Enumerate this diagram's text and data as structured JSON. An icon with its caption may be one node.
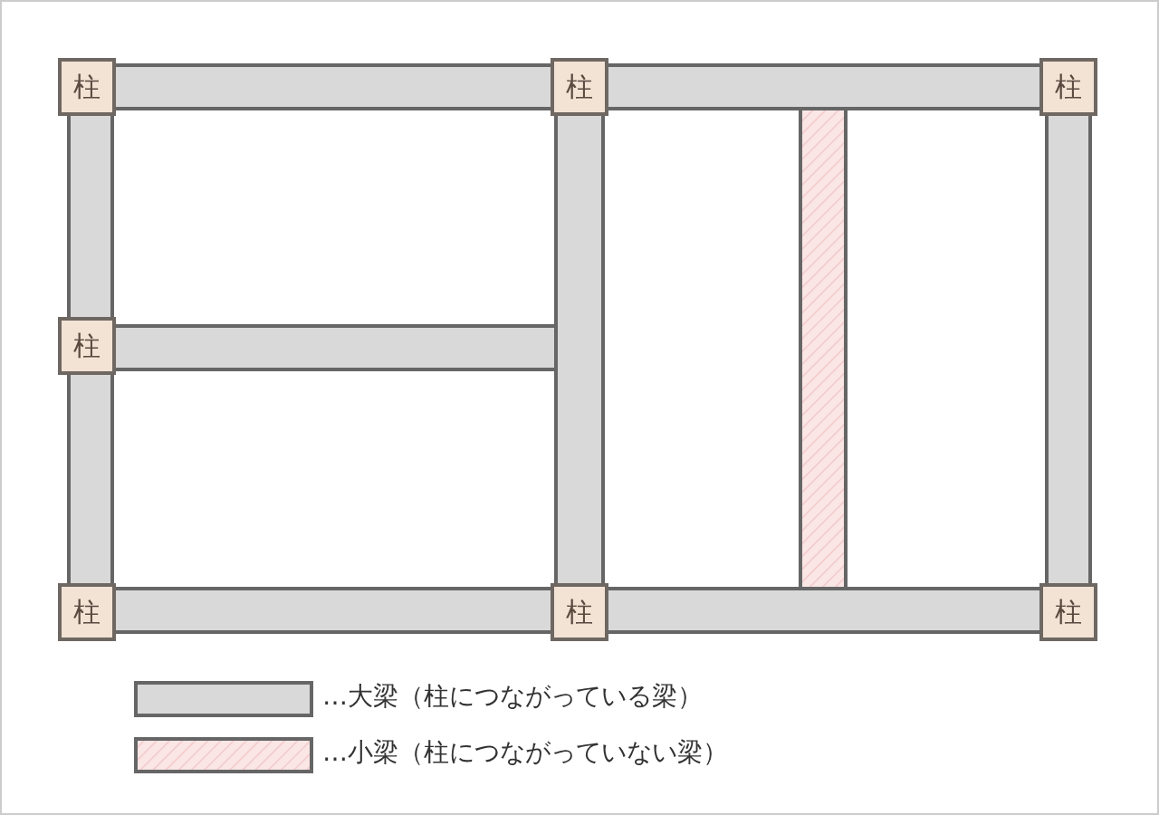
{
  "diagram": {
    "nodes": [
      {
        "text": [
          "柱"
        ]
      },
      {
        "text": [
          "柱"
        ]
      },
      {
        "text": [
          "柱"
        ]
      },
      {
        "text": [
          "柱"
        ]
      },
      {
        "text": [
          "柱"
        ]
      },
      {
        "text": [
          "柱"
        ]
      },
      {
        "text": [
          "柱"
        ]
      }
    ],
    "legend": [
      {
        "text": "…大梁（柱につながっている梁）",
        "color": "#d9d9d9"
      },
      {
        "text": "…小梁（柱につながっていない梁）"
      }
    ]
  }
}
